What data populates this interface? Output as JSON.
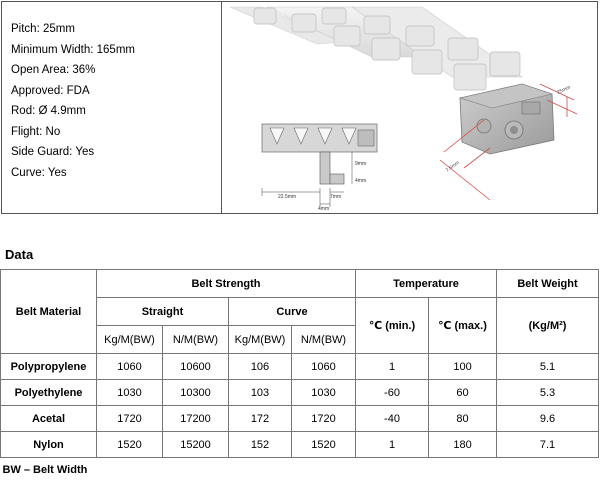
{
  "specs": [
    {
      "label": "Pitch:",
      "value": "25mm"
    },
    {
      "label": "Minimum Width:",
      "value": "165mm"
    },
    {
      "label": "Open Area:",
      "value": "36%"
    },
    {
      "label": "Approved:",
      "value": "FDA"
    },
    {
      "label": "Rod:",
      "value": "Ø 4.9mm"
    },
    {
      "label": "Flight:",
      "value": "No"
    },
    {
      "label": "Side Guard:",
      "value": "Yes"
    },
    {
      "label": "Curve:",
      "value": "Yes"
    }
  ],
  "drawing": {
    "dim_22_5": "22.5mm",
    "dim_7": "7mm",
    "dim_4_bottom": "4mm",
    "dim_9": "9mm",
    "dim_4_right": "4mm",
    "dim_25": "25mm",
    "dim_75": "7.5mm"
  },
  "data_title": "Data",
  "table": {
    "belt_material": "Belt Material",
    "belt_strength": "Belt Strength",
    "temperature": "Temperature",
    "belt_weight": "Belt Weight",
    "straight": "Straight",
    "curve": "Curve",
    "kg_bw": "Kg/M(BW)",
    "n_bw": "N/M(BW)",
    "temp_min": "℃ (min.)",
    "temp_max": "℃ (max.)",
    "weight_unit": "(Kg/M²)",
    "rows": [
      {
        "material": "Polypropylene",
        "s_kg": "1060",
        "s_n": "10600",
        "c_kg": "106",
        "c_n": "1060",
        "tmin": "1",
        "tmax": "100",
        "weight": "5.1"
      },
      {
        "material": "Polyethylene",
        "s_kg": "1030",
        "s_n": "10300",
        "c_kg": "103",
        "c_n": "1030",
        "tmin": "-60",
        "tmax": "60",
        "weight": "5.3"
      },
      {
        "material": "Acetal",
        "s_kg": "1720",
        "s_n": "17200",
        "c_kg": "172",
        "c_n": "1720",
        "tmin": "-40",
        "tmax": "80",
        "weight": "9.6"
      },
      {
        "material": "Nylon",
        "s_kg": "1520",
        "s_n": "15200",
        "c_kg": "152",
        "c_n": "1520",
        "tmin": "1",
        "tmax": "180",
        "weight": "7.1"
      }
    ],
    "footnote": "BW – Belt Width"
  }
}
